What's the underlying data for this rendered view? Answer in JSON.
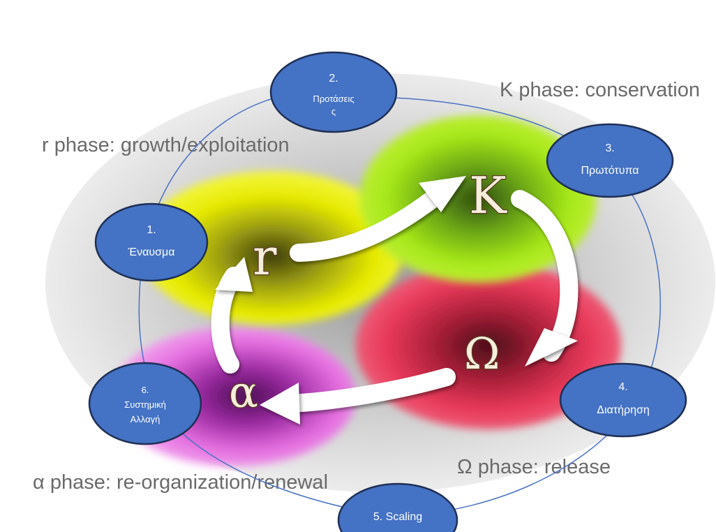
{
  "phases": {
    "k_phase": "K phase: conservation",
    "r_phase": "r phase: growth/exploitation",
    "omega_phase": "Ω phase: release",
    "alpha_phase": "α phase: re-organization/renewal"
  },
  "letters": {
    "r": "r",
    "k": "K",
    "omega": "Ω",
    "alpha": "α"
  },
  "nodes": [
    {
      "number": "1.",
      "label": "Έναυσμα"
    },
    {
      "number": "2.",
      "label": "Προτάσεις",
      "label_overflow": "ς"
    },
    {
      "number": "3.",
      "label": "Πρωτότυπα"
    },
    {
      "number": "4.",
      "label": "Διατήρηση"
    },
    {
      "number": "5.",
      "label": "Scaling"
    },
    {
      "number": "6.",
      "label": "Συστημική",
      "label2": "Αλλαγή"
    }
  ],
  "colors": {
    "node_fill": "#4472c4",
    "node_stroke": "#1f2f55",
    "cycle_line": "#4a72c4",
    "r_blob": "#e8f000",
    "k_blob": "#a6e81a",
    "omega_blob": "#e8395a",
    "alpha_blob": "#e36cde"
  }
}
